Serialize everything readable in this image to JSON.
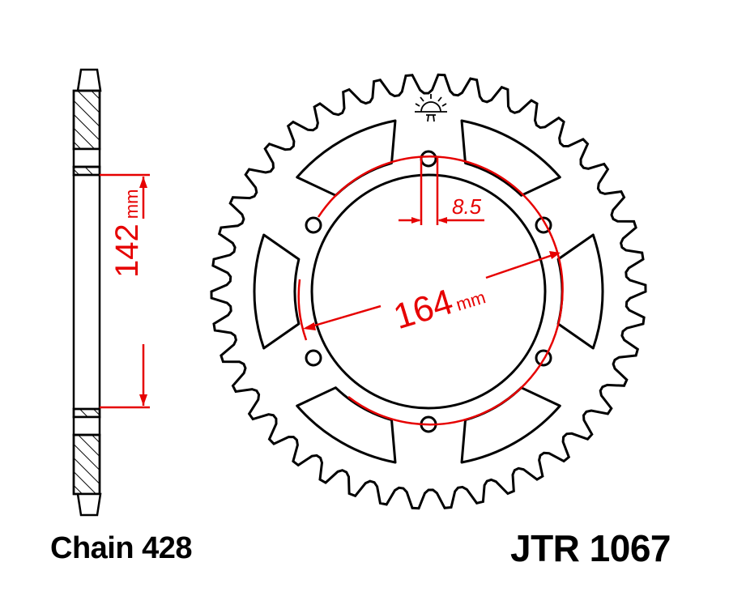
{
  "diagram": {
    "title": "JTR 1067",
    "part_number": "JTR 1067",
    "chain_label": "Chain 428",
    "colors": {
      "line": "#000000",
      "dimension": "#e60000",
      "background": "#ffffff"
    },
    "sprocket": {
      "teeth": 42,
      "bolt_holes": 6,
      "lightening_slots": 6,
      "logo": "sun-logo-icon"
    },
    "dimensions": {
      "pcd_value": "164",
      "pcd_unit": "mm",
      "bolt_hole_value": "8.5",
      "center_bore_value": "142",
      "center_bore_unit": "mm"
    }
  }
}
